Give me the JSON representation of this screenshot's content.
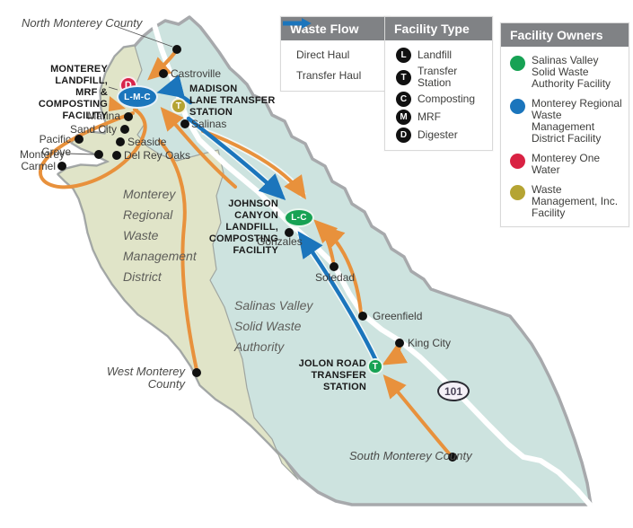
{
  "legend_waste_flow": {
    "title": "Waste Flow",
    "items": [
      {
        "label": "Direct Haul",
        "color": "#E8913C"
      },
      {
        "label": "Transfer Haul",
        "color": "#1B75BC"
      }
    ]
  },
  "legend_facility_type": {
    "title": "Facility Type",
    "items": [
      {
        "letter": "L",
        "label": "Landfill"
      },
      {
        "letter": "T",
        "label": "Transfer Station"
      },
      {
        "letter": "C",
        "label": "Composting"
      },
      {
        "letter": "M",
        "label": "MRF"
      },
      {
        "letter": "D",
        "label": "Digester"
      }
    ]
  },
  "legend_facility_owners": {
    "title": "Facility Owners",
    "items": [
      {
        "color": "#17A254",
        "label": "Salinas Valley Solid Waste Authority Facility"
      },
      {
        "color": "#1B75BC",
        "label": "Monterey Regional Waste Management District Facility"
      },
      {
        "color": "#D92243",
        "label": "Monterey One Water"
      },
      {
        "color": "#B5A433",
        "label": "Waste Management, Inc. Facility"
      }
    ]
  },
  "map": {
    "regions": [
      {
        "name": "Monterey Regional Waste Management District",
        "label": "Monterey\nRegional\nWaste\nManagement\nDistrict",
        "color": "#E0E4C8"
      },
      {
        "name": "Salinas Valley Solid Waste Authority",
        "label": "Salinas Valley\nSolid Waste\nAuthority",
        "color": "#CDE3DF"
      }
    ],
    "facilities": [
      {
        "label": "MONTEREY LANDFILL,\nMRF & COMPOSTING\nFACILITY",
        "marker": "L-M-C",
        "owner_color": "#1B75BC",
        "secondary_marker": "D",
        "secondary_color": "#D7244A"
      },
      {
        "label": "MADISON\nLANE TRANSFER\nSTATION",
        "marker": "T",
        "owner_color": "#B5A433"
      },
      {
        "label": "JOHNSON\nCANYON LANDFILL,\nCOMPOSTING\nFACILITY",
        "marker": "L-C",
        "owner_color": "#17A254"
      },
      {
        "label": "JOLON ROAD\nTRANSFER\nSTATION",
        "marker": "T",
        "owner_color": "#17A254"
      }
    ],
    "places": [
      "North Monterey County",
      "Castroville",
      "Salinas",
      "Marina",
      "Sand City",
      "Pacific Grove",
      "Seaside",
      "Monterey",
      "Del Rey Oaks",
      "Carmel",
      "Gonzales",
      "Soledad",
      "Greenfield",
      "King City",
      "West Monterey County",
      "South Monterey County"
    ],
    "highway_shield": "101",
    "flow_colors": {
      "direct_haul": "#E8913C",
      "transfer_haul": "#1B75BC"
    }
  }
}
